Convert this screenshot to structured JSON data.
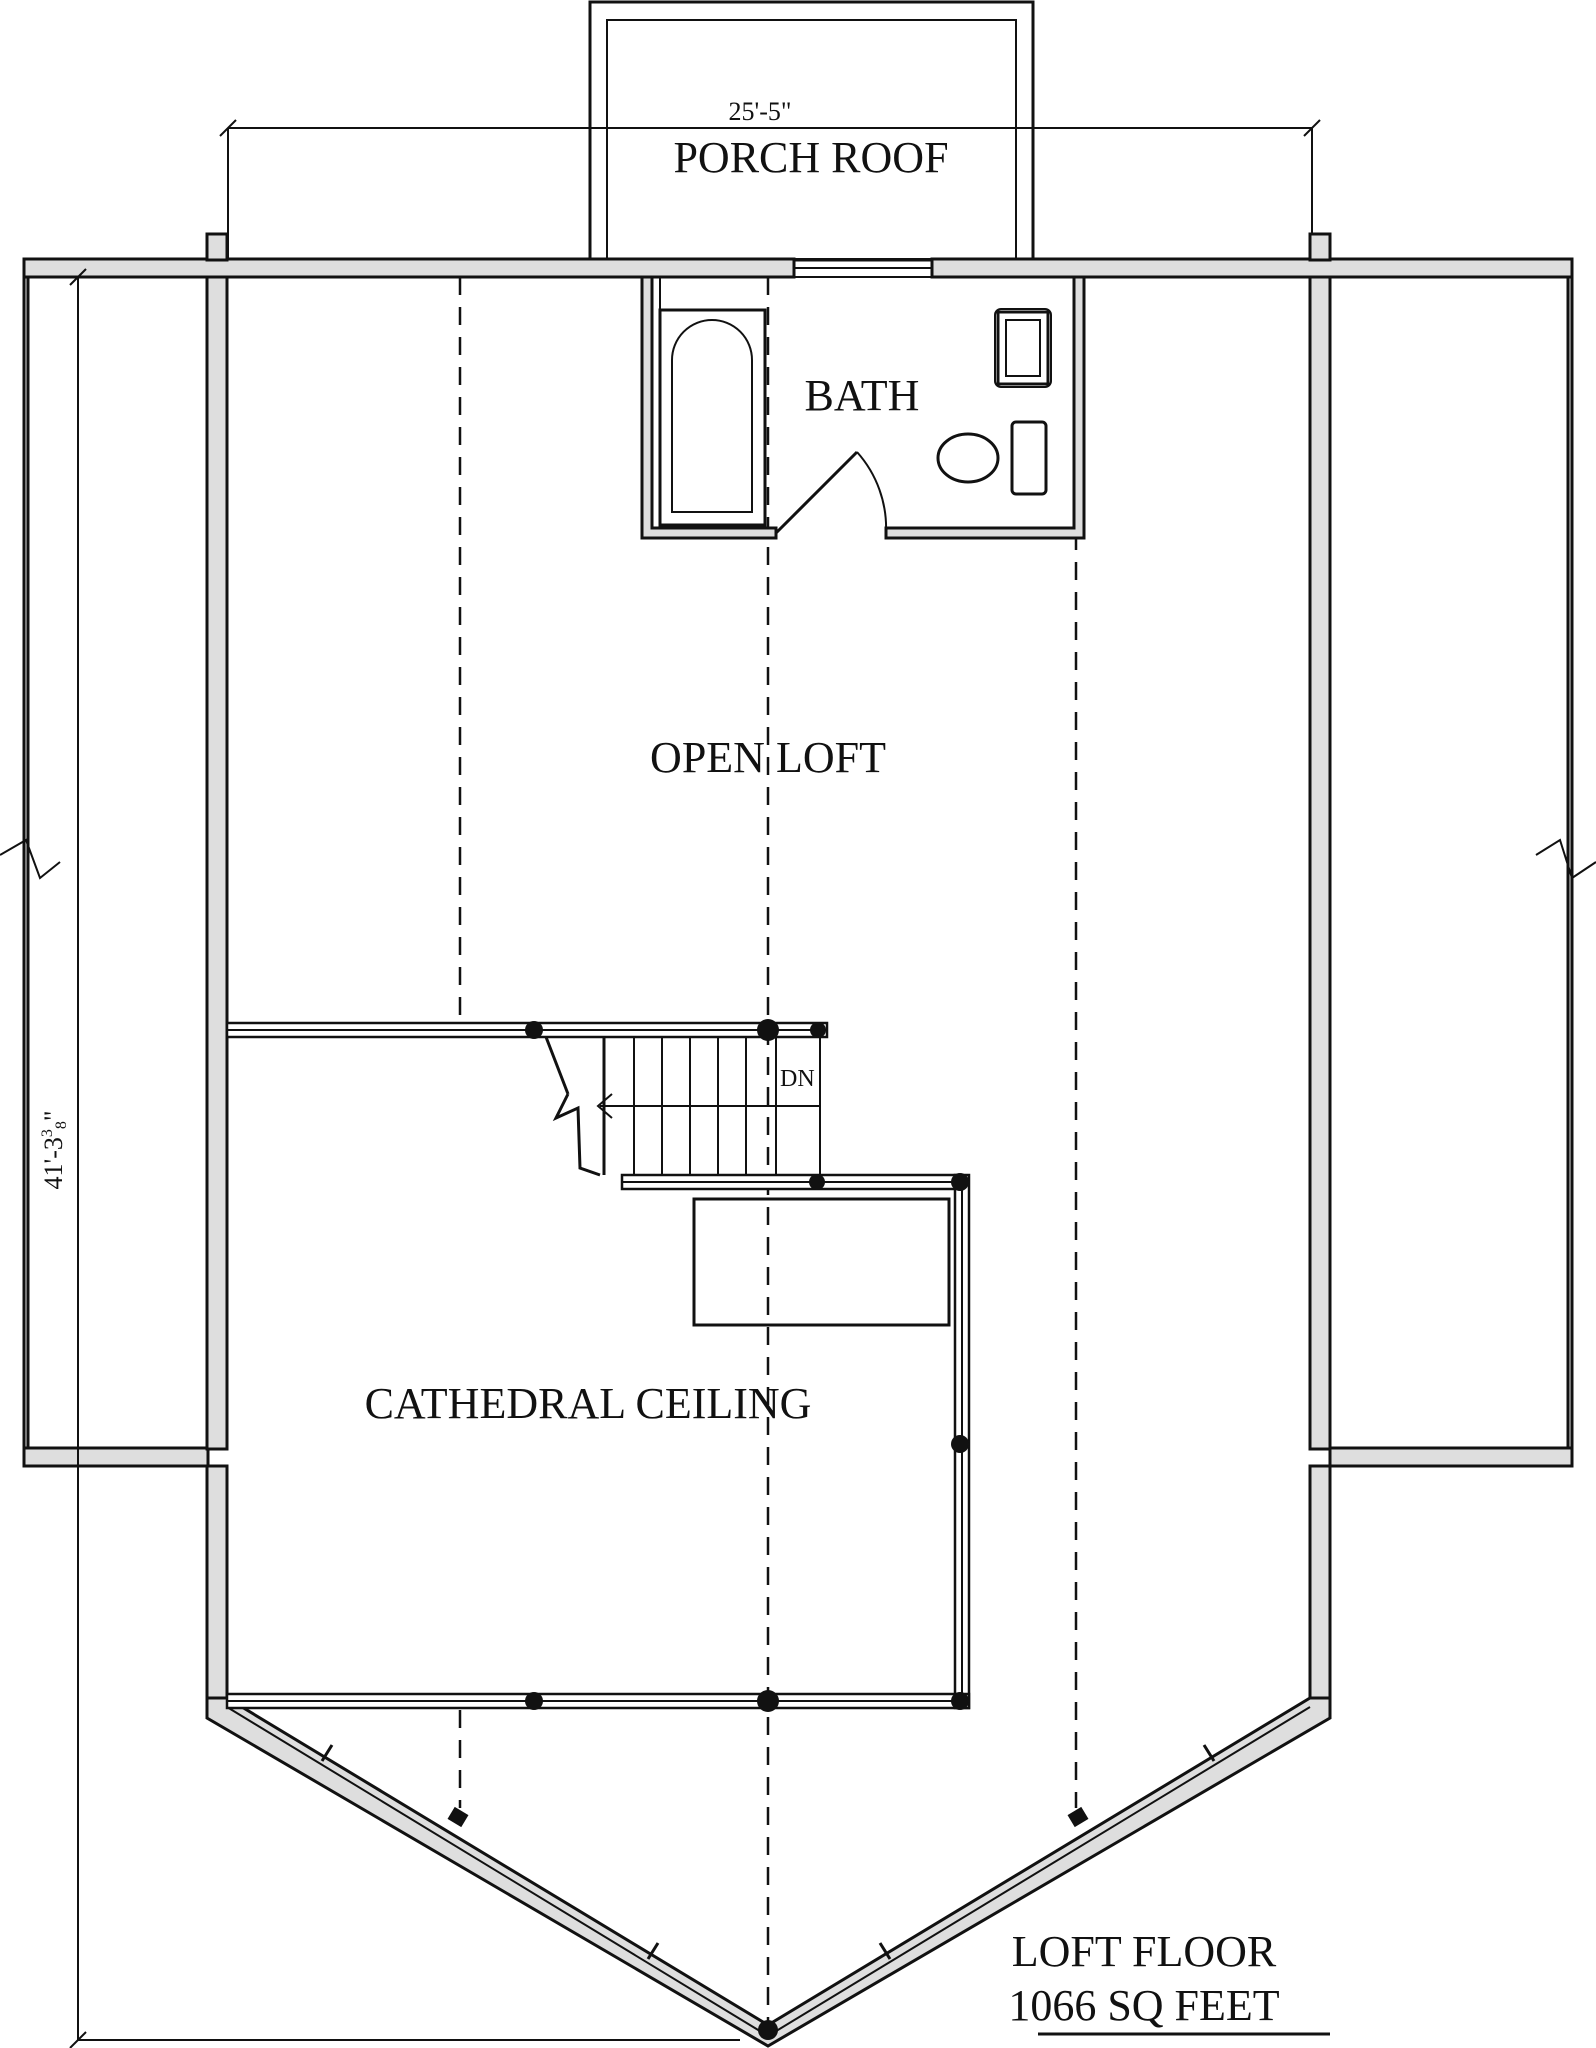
{
  "dimensions": {
    "width_label": "25'-5\"",
    "depth_label_main": "41'-3",
    "depth_label_frac_num": "3",
    "depth_label_frac_den": "8",
    "depth_label_inch": "\""
  },
  "rooms": {
    "porch_roof": "PORCH ROOF",
    "bath": "BATH",
    "open_loft": "OPEN LOFT",
    "cathedral_ceiling": "CATHEDRAL CEILING"
  },
  "stair_label": "DN",
  "title": {
    "line1": "LOFT FLOOR",
    "line2": "1066 SQ FEET"
  },
  "colors": {
    "ink": "#111111",
    "wall_fill": "#dedede",
    "paper": "#ffffff"
  }
}
